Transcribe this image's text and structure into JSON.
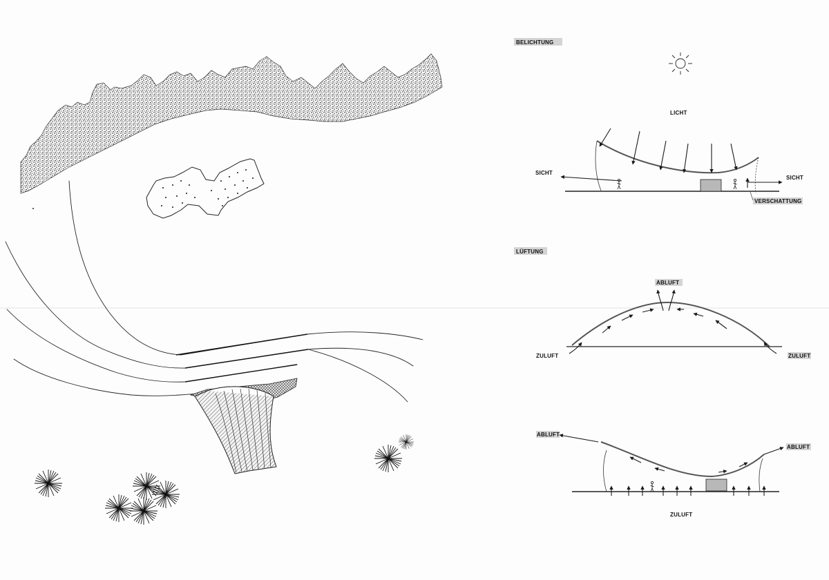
{
  "sections": {
    "belichtung": {
      "title": "BELICHTUNG",
      "licht": "LICHT",
      "sicht_left": "SICHT",
      "sicht_right": "SICHT",
      "verschattung": "VERSCHATTUNG"
    },
    "lueftung": {
      "title": "LÜFTUNG",
      "dome": {
        "abluft": "ABLUFT",
        "zuluft_left": "ZULUFT",
        "zuluft_right": "ZULUFT"
      },
      "canopy": {
        "abluft_left": "ABLUFT",
        "abluft_right": "ABLUFT",
        "zuluft": "ZULUFT"
      }
    }
  },
  "colors": {
    "ink": "#222222",
    "label_tag": "#d4d4d4",
    "box_fill": "#b8b8b8",
    "paper": "#fdfdfd"
  },
  "icons": [
    "sun-icon",
    "tree-icon",
    "person-icon",
    "arrow-icon"
  ]
}
